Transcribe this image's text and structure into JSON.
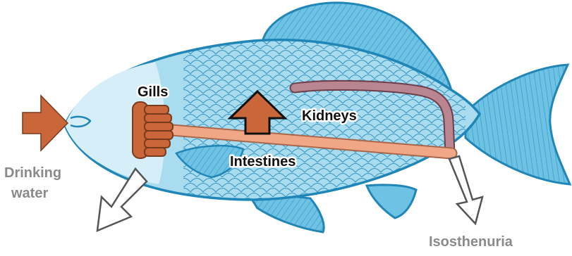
{
  "labels": {
    "gills": "Gills",
    "kidneys": "Kidneys",
    "intestines": "Intestines",
    "drinking_line1": "Drinking",
    "drinking_line2": "water",
    "isosthenuria": "Isosthenuria"
  },
  "colors": {
    "body_fill": "#a9dcef",
    "body_light": "#d6eef8",
    "outline": "#1f86b7",
    "fin_fill": "#6ec3e4",
    "gill_fill": "#c9673a",
    "gill_stroke": "#7a3a1c",
    "intestine_fill": "#efa786",
    "kidney_fill": "#b98591",
    "arrow_orange": "#c9673a",
    "arrow_outline_white": "#ffffff",
    "label_grey": "#8a8a8a"
  }
}
